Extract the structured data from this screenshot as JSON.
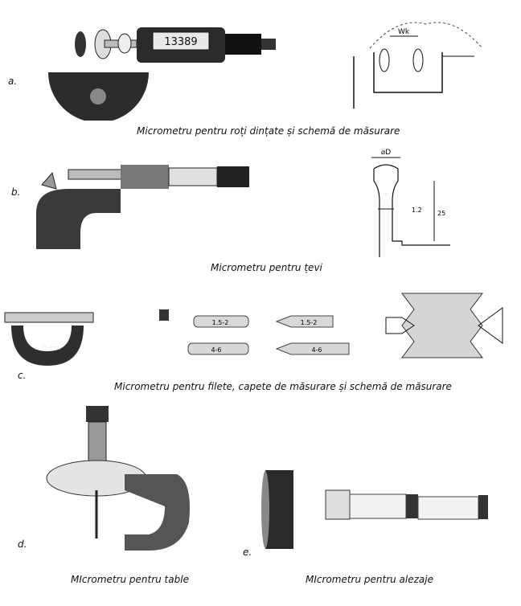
{
  "labels": {
    "a": "a.",
    "b": "b.",
    "c": "c.",
    "d": "d.",
    "e": "e."
  },
  "captions": {
    "a": "Micrometru pentru roți dințate și schemă de măsurare",
    "b": "Micrometru pentru țevi",
    "c": "Micrometru pentru filete, capete de măsurare și schemă de măsurare",
    "d": "MIcrometru pentru table",
    "e": "MIcrometru pentru alezaje"
  },
  "figure_text": {
    "display_reading": "13389",
    "wk_label": "Wk",
    "diameter_label": "⌀D",
    "dim_12": "1.2",
    "dim_25": "25",
    "frame_text": "0-25 mm",
    "tip_1": "1.5-2",
    "tip_2": "1.5-2",
    "tip_3": "4-6",
    "tip_4": "4-6"
  },
  "colors": {
    "ink": "#111111",
    "metal": "#cfcfcf",
    "dark": "#2a2a2a",
    "paper": "#ffffff"
  }
}
